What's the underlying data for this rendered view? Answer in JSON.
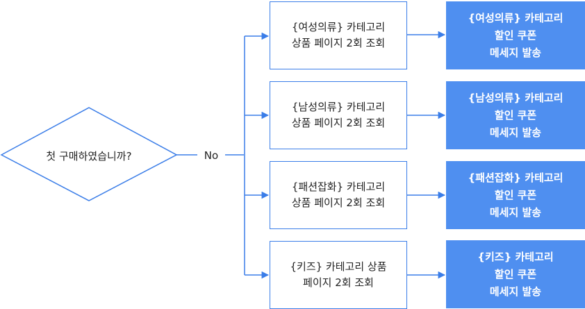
{
  "colors": {
    "accent": "#3a7de8",
    "action_fill": "#4f8ff0",
    "text": "#222222"
  },
  "decision": {
    "label": "첫 구매하였습니까?"
  },
  "edge_label": "No",
  "branches": [
    {
      "condition": [
        "{여성의류} 카테고리",
        "상품 페이지 2회 조회"
      ],
      "action": [
        "{여성의류} 카테고리",
        "할인 쿠폰",
        "메세지 발송"
      ]
    },
    {
      "condition": [
        "{남성의류} 카테고리",
        "상품 페이지 2회 조회"
      ],
      "action": [
        "{남성의류} 카테고리",
        "할인 쿠폰",
        "메세지 발송"
      ]
    },
    {
      "condition": [
        "{패션잡화} 카테고리",
        "상품 페이지 2회 조회"
      ],
      "action": [
        "{패션잡화} 카테고리",
        "할인 쿠폰",
        "메세지 발송"
      ]
    },
    {
      "condition": [
        "{키즈} 카테고리 상품",
        "페이지 2회 조회"
      ],
      "action": [
        "{키즈} 카테고리",
        "할인 쿠폰",
        "메세지 발송"
      ]
    }
  ]
}
